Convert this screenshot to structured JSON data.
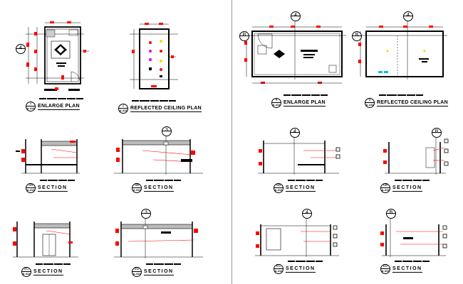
{
  "sheets": [
    {
      "plans": [
        {
          "num": "1",
          "ref": "A-414",
          "title": "ENLARGE PLAN"
        },
        {
          "num": "2",
          "ref": "A-414",
          "title": "REFLECTED CEILING PLAN"
        }
      ],
      "grid_tags": {
        "plan_left": "4",
        "sec_b_top": "3",
        "sec_d_top": "3"
      },
      "sections": [
        {
          "num": "3A",
          "ref": "A-414",
          "title": "SECTION"
        },
        {
          "num": "3B",
          "ref": "A-414",
          "title": "SECTION"
        },
        {
          "num": "3C",
          "ref": "A-414",
          "title": "SECTION"
        },
        {
          "num": "3D",
          "ref": "A-414",
          "title": "SECTION"
        }
      ]
    },
    {
      "plans": [
        {
          "num": "4",
          "ref": "A-414",
          "title": "ENLARGE PLAN"
        },
        {
          "num": "5",
          "ref": "A-414",
          "title": "REFLECTED CEILING PLAN"
        }
      ],
      "grid_tags": {
        "plan1_top": "4",
        "plan1_left": "B",
        "plan2_top": "4",
        "plan2_left": "B",
        "sec_a_top": "4",
        "sec_b_top": "B",
        "sec_c_top": "4",
        "sec_d_top": "B"
      },
      "sections": [
        {
          "num": "6A",
          "ref": "A-414",
          "title": "SECTION"
        },
        {
          "num": "6B",
          "ref": "A-414",
          "title": "SECTION"
        },
        {
          "num": "6C",
          "ref": "A-414",
          "title": "SECTION"
        },
        {
          "num": "6D",
          "ref": "A-414",
          "title": "SECTION"
        }
      ]
    }
  ],
  "colors": {
    "dimension": "#ff0000",
    "lines": "#000000",
    "accent_magenta": "#e000e0",
    "accent_yellow": "#f0e000",
    "accent_cyan": "#00c0e0"
  }
}
